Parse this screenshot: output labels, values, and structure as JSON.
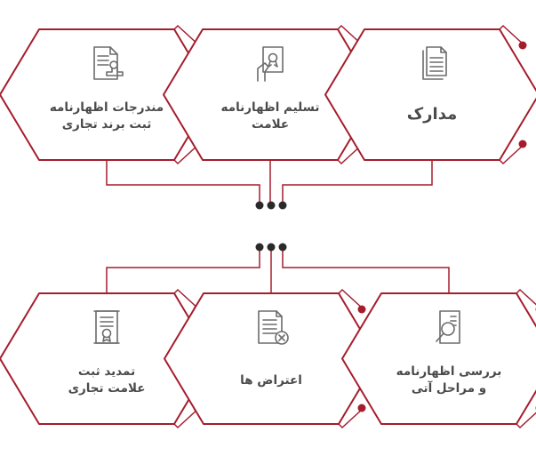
{
  "colors": {
    "accent": "#a51d2d",
    "icon": "#6b6b6b",
    "text": "#4a4a4a"
  },
  "nodes": [
    {
      "id": "t1",
      "icon": "document-stamp-icon",
      "lines": [
        "مندرجات اظهارنامه",
        "ثبت برند تجاری"
      ]
    },
    {
      "id": "t2",
      "icon": "hand-certificate-icon",
      "lines": [
        "تسلیم اظهارنامه",
        "علامت"
      ]
    },
    {
      "id": "t3",
      "icon": "documents-icon",
      "lines": [
        "مدارک"
      ]
    },
    {
      "id": "b1",
      "icon": "scroll-certificate-icon",
      "lines": [
        "تمدید ثبت",
        "علامت تجاری"
      ]
    },
    {
      "id": "b2",
      "icon": "document-reject-icon",
      "lines": [
        "اعتراض ها"
      ]
    },
    {
      "id": "b3",
      "icon": "document-search-icon",
      "lines": [
        "بررسی اظهارنامه",
        "و مراحل آتی"
      ]
    }
  ]
}
